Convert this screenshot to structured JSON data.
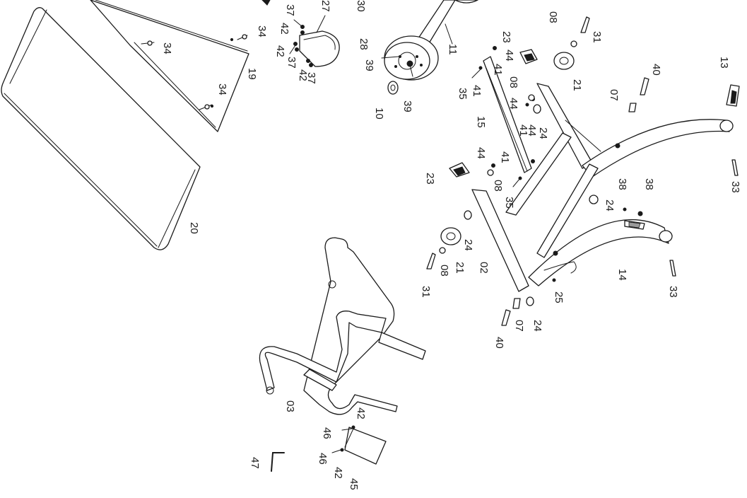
{
  "diagram": {
    "labels": {
      "p34a": "34",
      "p34b": "34",
      "p34c": "34",
      "p19": "19",
      "p20": "20",
      "p37a": "37",
      "p37b": "37",
      "p37c": "37",
      "p42a": "42",
      "p42b": "42",
      "p42c": "42",
      "p42d": "42",
      "p42e": "42",
      "p27": "27",
      "p30": "30",
      "p28": "28",
      "p39a": "39",
      "p39b": "39",
      "p10": "10",
      "p11": "11",
      "p23a": "23",
      "p23b": "23",
      "p44a": "44",
      "p44b": "44",
      "p44c": "44",
      "p44d": "44",
      "p41a": "41",
      "p41b": "41",
      "p41c": "41",
      "p41d": "41",
      "p35a": "35",
      "p35b": "35",
      "p15": "15",
      "p08a": "08",
      "p08b": "08",
      "p08c": "08",
      "p08d": "08",
      "p31a": "31",
      "p31b": "31",
      "p21a": "21",
      "p21b": "21",
      "p40a": "40",
      "p40b": "40",
      "p07a": "07",
      "p07b": "07",
      "p13": "13",
      "p24a": "24",
      "p24b": "24",
      "p24c": "24",
      "p24d": "24",
      "p33a": "33",
      "p33b": "33",
      "p38a": "38",
      "p38b": "38",
      "p14": "14",
      "p02": "02",
      "p25": "25",
      "p03": "03",
      "p46a": "46",
      "p46b": "46",
      "p45": "45",
      "p47": "47"
    }
  }
}
